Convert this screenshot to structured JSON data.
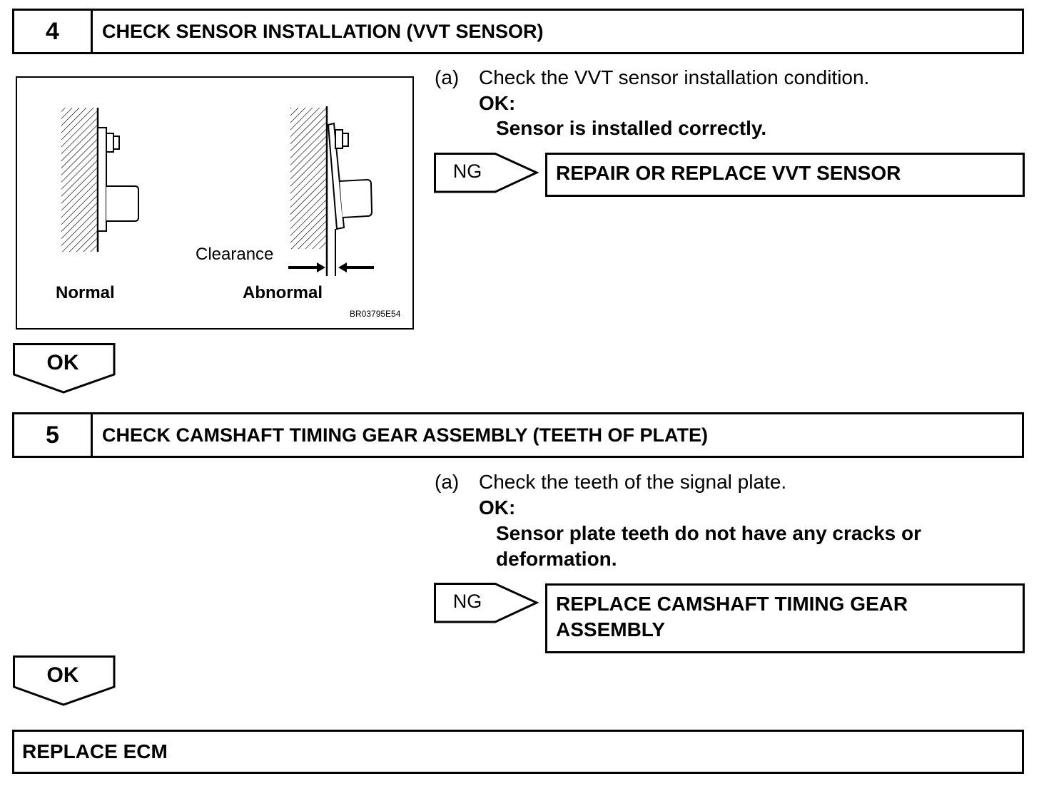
{
  "step4": {
    "number": "4",
    "title": "CHECK SENSOR INSTALLATION (VVT SENSOR)",
    "step_label": "(a)",
    "step_text": "Check the VVT sensor installation condition.",
    "ok_label": "OK:",
    "ok_detail": "Sensor is installed correctly.",
    "ng_label": "NG",
    "ng_action": "REPAIR OR REPLACE VVT SENSOR",
    "figure": {
      "label_normal": "Normal",
      "label_abnormal": "Abnormal",
      "label_clearance": "Clearance",
      "code": "BR03795E54"
    },
    "ok_arrow": "OK"
  },
  "step5": {
    "number": "5",
    "title": "CHECK CAMSHAFT TIMING GEAR ASSEMBLY (TEETH OF PLATE)",
    "step_label": "(a)",
    "step_text": "Check the teeth of the signal plate.",
    "ok_label": "OK:",
    "ok_detail_line1": "Sensor plate teeth do not have any cracks or",
    "ok_detail_line2": "deformation.",
    "ng_label": "NG",
    "ng_action_line1": "REPLACE CAMSHAFT TIMING GEAR",
    "ng_action_line2": "ASSEMBLY",
    "ok_arrow": "OK"
  },
  "final": {
    "action": "REPLACE ECM"
  }
}
